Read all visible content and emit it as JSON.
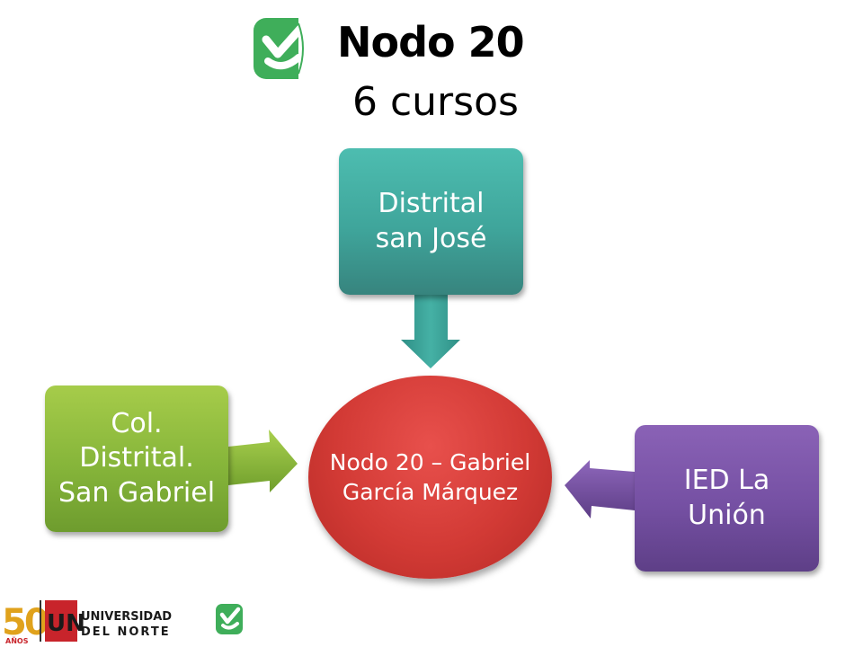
{
  "header": {
    "title": "Nodo 20",
    "subtitle": "6 cursos"
  },
  "nodes": {
    "top": {
      "lines": [
        "Distrital",
        "san José"
      ]
    },
    "left": {
      "lines": [
        "Col.",
        "Distrital.",
        "San Gabriel"
      ]
    },
    "right": {
      "lines": [
        "IED La",
        "Unión"
      ]
    },
    "center": {
      "lines": [
        "Nodo 20 –",
        "Gabriel",
        "García",
        "Márquez"
      ]
    }
  },
  "footer": {
    "anniversary_number": "50",
    "anniversary_word": "AÑOS",
    "un_mark": "UN",
    "university_line1": "UNIVERSIDAD",
    "university_line2": "DEL NORTE"
  },
  "colors": {
    "brand_green": "#3fae5a",
    "top_box": "#3fa59b",
    "left_box": "#86b53a",
    "right_box": "#7550a3",
    "center_node": "#d23a35",
    "un_red": "#c8242b"
  }
}
